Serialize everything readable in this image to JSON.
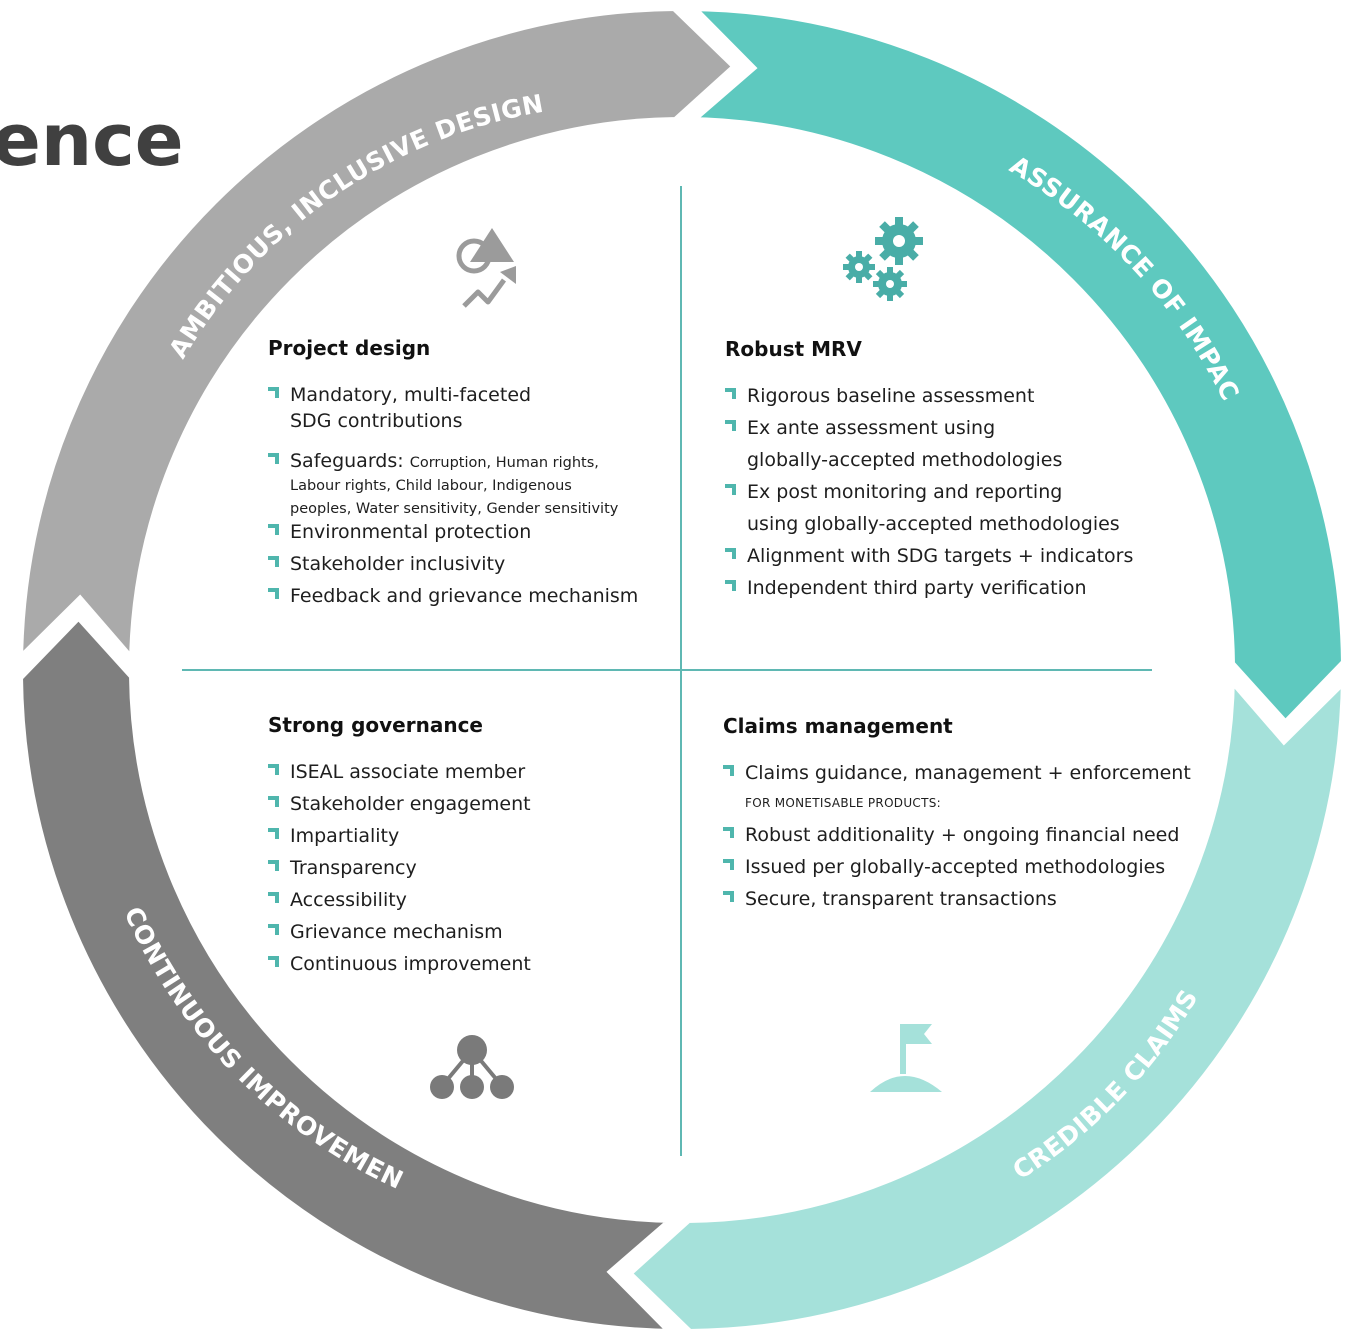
{
  "title": "ence",
  "colors": {
    "design_arc": "#aaaaaa",
    "impact_arc": "#5ec9bf",
    "claims_arc": "#a5e1da",
    "improvement_arc": "#7f7f7f",
    "divider": "#5fb8b3",
    "bullet": "#4fb6ad",
    "icon_grey": "#9b9b9b",
    "icon_teal": "#49ada7"
  },
  "cycle": {
    "design": "AMBITIOUS, INCLUSIVE DESIGN",
    "impact": "ASSURANCE OF IMPACT",
    "claims": "CREDIBLE CLAIMS",
    "improvement": "CONTINUOUS IMPROVEMENT"
  },
  "quadrants": {
    "project_design": {
      "icon": "shapes-growth-icon",
      "heading": "Project design",
      "items": [
        "Mandatory, multi-faceted",
        "SDG contributions",
        "Safeguards:",
        "Corruption, Human rights,",
        "Labour rights, Child labour, Indigenous",
        "peoples, Water sensitivity, Gender sensitivity",
        "Environmental protection",
        "Stakeholder inclusivity",
        "Feedback and grievance mechanism"
      ]
    },
    "robust_mrv": {
      "icon": "gears-icon",
      "heading": "Robust MRV",
      "items": [
        "Rigorous baseline assessment",
        "Ex ante assessment using",
        "globally-accepted methodologies",
        "Ex post monitoring and reporting",
        "using globally-accepted methodologies",
        "Alignment with SDG targets + indicators",
        "Independent third party verification"
      ]
    },
    "strong_governance": {
      "icon": "network-icon",
      "heading": "Strong governance",
      "items": [
        "ISEAL associate member",
        "Stakeholder engagement",
        "Impartiality",
        "Transparency",
        "Accessibility",
        "Grievance mechanism",
        "Continuous improvement"
      ]
    },
    "claims_management": {
      "icon": "flag-icon",
      "heading": "Claims management",
      "items": [
        "Claims guidance, management + enforcement",
        "for monetisable products:",
        "Robust additionality + ongoing financial need",
        "Issued per globally-accepted methodologies",
        "Secure, transparent transactions"
      ]
    }
  }
}
